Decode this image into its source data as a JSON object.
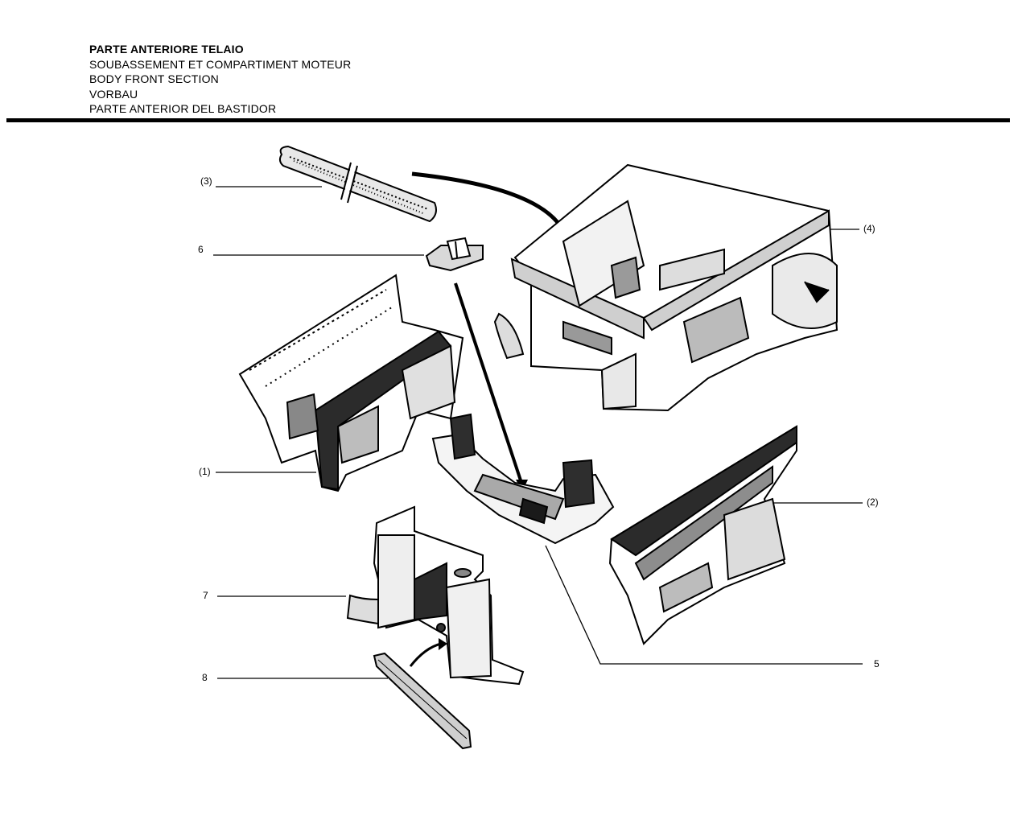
{
  "header": {
    "lines": [
      "PARTE ANTERIORE TELAIO",
      "SOUBASSEMENT ET COMPARTIMENT MOTEUR",
      "BODY FRONT SECTION",
      "VORBAU",
      "PARTE ANTERIOR DEL BASTIDOR"
    ]
  },
  "callouts": [
    {
      "label": "(3)",
      "part": "seal-strip"
    },
    {
      "label": "6",
      "part": "bracket"
    },
    {
      "label": "(4)",
      "part": "front-section-assembly"
    },
    {
      "label": "(1)",
      "part": "left-inner-wing"
    },
    {
      "label": "(2)",
      "part": "right-inner-wing"
    },
    {
      "label": "7",
      "part": "front-panel-reinforcement"
    },
    {
      "label": "8",
      "part": "cross-member-strip"
    },
    {
      "label": "5",
      "part": "engine-mount-crossmember"
    }
  ]
}
